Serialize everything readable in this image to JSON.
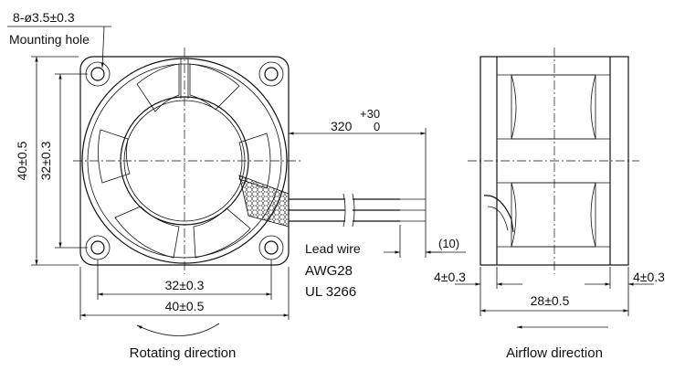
{
  "front_view": {
    "mounting_hole_dim": "8-ø3.5±0.3",
    "mounting_hole_label": "Mounting hole",
    "height_outer": "40±0.5",
    "height_hole_pitch": "32±0.3",
    "width_hole_pitch": "32±0.3",
    "width_outer": "40±0.5",
    "rotation_label": "Rotating direction"
  },
  "lead_wire": {
    "length": "320",
    "tol_plus": "+30",
    "tol_minus": "0",
    "strip_length": "(10)",
    "label": "Lead wire",
    "gauge": "AWG28",
    "standard": "UL 3266"
  },
  "side_view": {
    "flange_left": "4±0.3",
    "flange_right": "4±0.3",
    "depth": "28±0.5",
    "airflow_label": "Airflow direction"
  }
}
